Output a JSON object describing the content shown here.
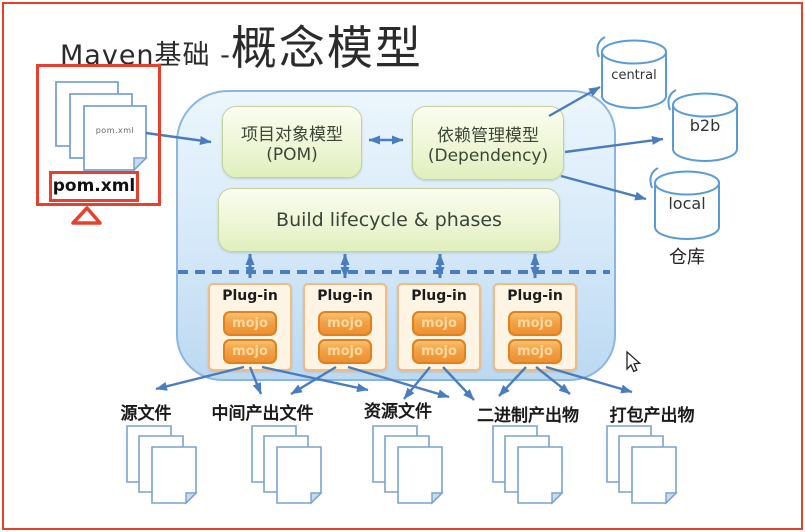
{
  "title": {
    "prefix": "Maven基础 - ",
    "main": "概念模型"
  },
  "pom_source": {
    "file_label": "pom.xml",
    "callout": "pom.xml"
  },
  "diagram": {
    "pom_box": {
      "line1": "项目对象模型",
      "line2": "(POM)"
    },
    "dependency_box": {
      "line1": "依赖管理模型",
      "line2": "(Dependency)"
    },
    "build_box": {
      "label": "Build lifecycle & phases"
    },
    "plugins": [
      {
        "label": "Plug-in",
        "mojos": [
          "mojo",
          "mojo"
        ]
      },
      {
        "label": "Plug-in",
        "mojos": [
          "mojo",
          "mojo"
        ]
      },
      {
        "label": "Plug-in",
        "mojos": [
          "mojo",
          "mojo"
        ]
      },
      {
        "label": "Plug-in",
        "mojos": [
          "mojo",
          "mojo"
        ]
      }
    ]
  },
  "repositories": {
    "caption": "仓库",
    "items": [
      {
        "name": "central"
      },
      {
        "name": "b2b"
      },
      {
        "name": "local"
      }
    ]
  },
  "outputs": [
    {
      "label": "源文件"
    },
    {
      "label": "中间产出文件"
    },
    {
      "label": "资源文件"
    },
    {
      "label": "二进制产出物"
    },
    {
      "label": "打包产出物"
    }
  ],
  "colors": {
    "annotation_red": "#e8402f",
    "arrow_blue": "#4a7dbe",
    "cylinder_blue": "#5b9bd5",
    "container_fill": "#cfe6f8",
    "green_box_fill": "#e8f3c8",
    "mojo_orange": "#ee9030"
  }
}
